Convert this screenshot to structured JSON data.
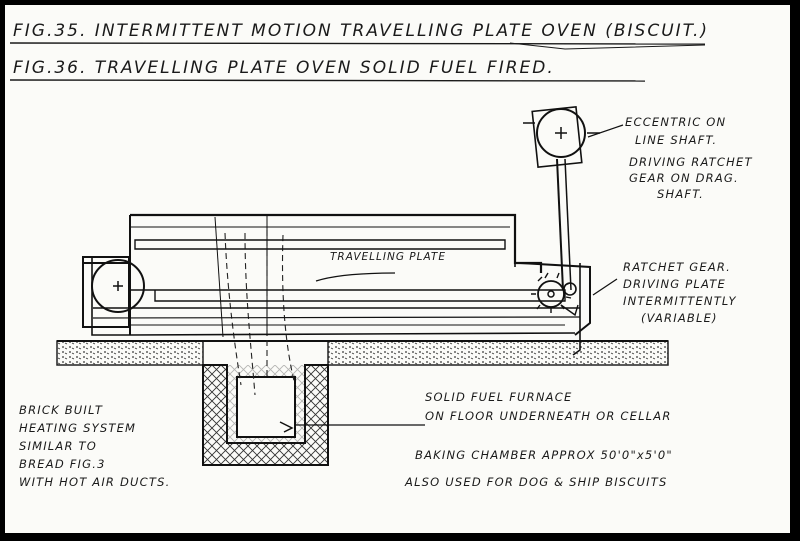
{
  "titles": {
    "fig35": "FIG.35. INTERMITTENT MOTION TRAVELLING PLATE OVEN (BISCUIT.)",
    "fig36": "FIG.36. TRAVELLING PLATE OVEN SOLID FUEL FIRED."
  },
  "labels": {
    "eccentric_1": "ECCENTRIC ON",
    "eccentric_2": "LINE SHAFT.",
    "driving_1": "DRIVING RATCHET",
    "driving_2": "GEAR ON DRAG.",
    "driving_3": "SHAFT.",
    "travelling_plate": "TRAVELLING PLATE",
    "ratchet_1": "RATCHET GEAR.",
    "ratchet_2": "DRIVING PLATE",
    "ratchet_3": "INTERMITTENTLY",
    "ratchet_4": "(VARIABLE)",
    "brick_1": "BRICK BUILT",
    "brick_2": "HEATING SYSTEM",
    "brick_3": "SIMILAR TO",
    "brick_4": "BREAD FIG.3",
    "brick_5": "WITH HOT AIR DUCTS.",
    "furnace_1": "SOLID FUEL FURNACE",
    "furnace_2": "ON FLOOR UNDERNEATH OR CELLAR",
    "chamber": "BAKING CHAMBER APPROX 50'0\"x5'0\"",
    "also_used": "ALSO USED FOR DOG & SHIP BISCUITS"
  }
}
